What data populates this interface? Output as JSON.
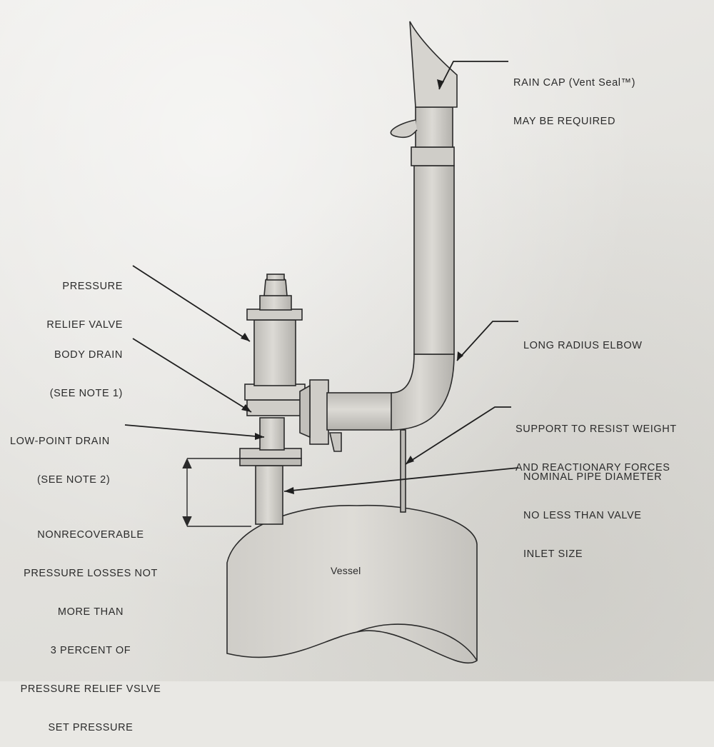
{
  "callouts": {
    "rain_cap": [
      "RAIN CAP (Vent Seal™)",
      "MAY BE REQUIRED"
    ],
    "pressure_relief_valve": [
      "PRESSURE",
      "RELIEF VALVE"
    ],
    "body_drain": [
      "BODY DRAIN",
      "(SEE NOTE 1)"
    ],
    "low_point_drain": [
      "LOW-POINT DRAIN",
      "(SEE NOTE 2)"
    ],
    "long_radius_elbow": [
      "LONG RADIUS ELBOW"
    ],
    "support": [
      "SUPPORT TO RESIST WEIGHT",
      "AND REACTIONARY FORCES"
    ],
    "nominal_pipe": [
      "NOMINAL PIPE DIAMETER",
      "NO LESS THAN VALVE",
      "INLET SIZE"
    ],
    "nonrecoverable": [
      "NONRECOVERABLE",
      "PRESSURE LOSSES NOT",
      "MORE THAN",
      "3 PERCENT OF",
      "PRESSURE RELIEF VSLVE",
      "SET PRESSURE"
    ]
  },
  "vessel_label": "Vessel",
  "colors": {
    "line": "#2a2a2a",
    "pipe_fill": "#cfcdc8",
    "pipe_shade": "#b9b7b2",
    "paper": "#e9e8e4"
  }
}
